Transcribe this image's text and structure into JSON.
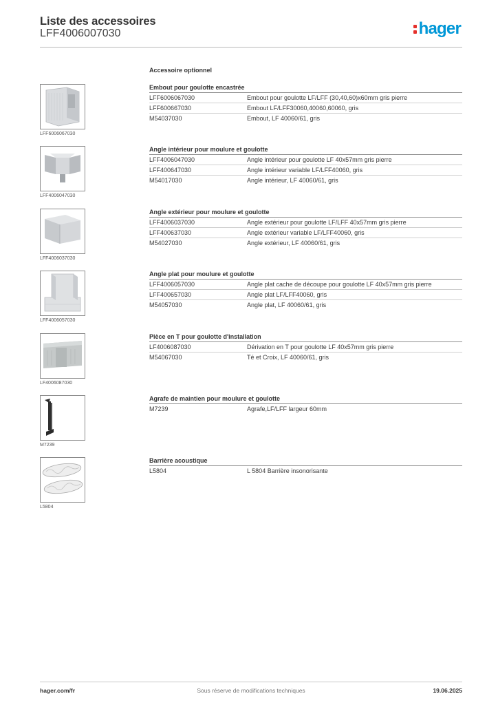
{
  "header": {
    "title": "Liste des accessoires",
    "reference": "LFF4006007030",
    "brand": "hager",
    "brand_color": "#0097d7",
    "brand_dot_color": "#e5302b"
  },
  "section_title": "Accessoire optionnel",
  "groups": [
    {
      "title": "Embout pour goulotte encastrée",
      "image_label": "LFF6006067030",
      "image_icon": "end-cap-product-icon",
      "rows": [
        {
          "ref": "LFF6006067030",
          "desc": "Embout pour goulotte LF/LFF (30,40,60)x60mm gris pierre"
        },
        {
          "ref": "LFF600667030",
          "desc": "Embout LF/LFF30060,40060,60060, gris"
        },
        {
          "ref": "M54037030",
          "desc": "Embout, LF 40060/61, gris"
        }
      ]
    },
    {
      "title": "Angle intérieur pour moulure et goulotte",
      "image_label": "LFF4006047030",
      "image_icon": "inner-angle-product-icon",
      "rows": [
        {
          "ref": "LFF4006047030",
          "desc": "Angle intérieur pour goulotte LF 40x57mm gris pierre"
        },
        {
          "ref": "LFF400647030",
          "desc": "Angle intérieur variable LF/LFF40060, gris"
        },
        {
          "ref": "M54017030",
          "desc": "Angle intérieur, LF 40060/61, gris"
        }
      ]
    },
    {
      "title": "Angle extérieur pour moulure et goulotte",
      "image_label": "LFF4006037030",
      "image_icon": "outer-angle-product-icon",
      "rows": [
        {
          "ref": "LFF4006037030",
          "desc": "Angle extérieur pour goulotte LF/LFF 40x57mm gris pierre"
        },
        {
          "ref": "LFF400637030",
          "desc": "Angle extérieur variable LF/LFF40060, gris"
        },
        {
          "ref": "M54027030",
          "desc": "Angle extérieur, LF 40060/61, gris"
        }
      ]
    },
    {
      "title": "Angle plat pour moulure et goulotte",
      "image_label": "LFF4006057030",
      "image_icon": "flat-angle-product-icon",
      "rows": [
        {
          "ref": "LFF4006057030",
          "desc": "Angle plat cache de découpe pour goulotte LF 40x57mm gris pierre"
        },
        {
          "ref": "LFF400657030",
          "desc": "Angle plat LF/LFF40060, gris"
        },
        {
          "ref": "M54057030",
          "desc": "Angle plat, LF 40060/61, gris"
        }
      ]
    },
    {
      "title": "Pièce en T pour  goulotte d'installation",
      "image_label": "LF4006087030",
      "image_icon": "t-piece-product-icon",
      "rows": [
        {
          "ref": "LF4006087030",
          "desc": "Dérivation en T pour goulotte LF 40x57mm gris pierre"
        },
        {
          "ref": "M54067030",
          "desc": "Té et Croix, LF 40060/61, gris"
        }
      ]
    },
    {
      "title": "Agrafe de maintien pour moulure et goulotte",
      "image_label": "M7239",
      "image_icon": "clip-product-icon",
      "rows": [
        {
          "ref": "M7239",
          "desc": "Agrafe,LF/LFF largeur 60mm"
        }
      ]
    },
    {
      "title": "Barrière acoustique",
      "image_label": "L5804",
      "image_icon": "acoustic-barrier-product-icon",
      "rows": [
        {
          "ref": "L5804",
          "desc": "L 5804 Barrière insonorisante"
        }
      ]
    }
  ],
  "footer": {
    "site": "hager.com/fr",
    "note": "Sous réserve de modifications techniques",
    "date": "19.06.2025"
  }
}
